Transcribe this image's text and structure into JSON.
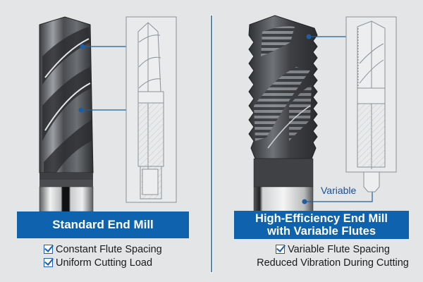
{
  "colors": {
    "background": "#e3e5e6",
    "banner": "#0f62ad",
    "accent_line": "#1d5fa0",
    "divider": "#5a88a8",
    "check": "#1e5fae"
  },
  "left": {
    "title": "Standard End Mill",
    "features": [
      {
        "icon": "checkbox-checked-icon",
        "text": "Constant Flute Spacing"
      },
      {
        "icon": "checkbox-checked-icon",
        "text": "Uniform Cutting Load"
      }
    ]
  },
  "right": {
    "title_line1": "High-Efficiency End Mill",
    "title_line2": "with Variable Flutes",
    "callout_label": "Variable",
    "features": [
      {
        "icon": "checkbox-checked-icon",
        "text": "Variable Flute Spacing"
      },
      {
        "icon": "",
        "text": "Reduced Vibration During Cutting"
      }
    ]
  },
  "watermark": "· · ·"
}
